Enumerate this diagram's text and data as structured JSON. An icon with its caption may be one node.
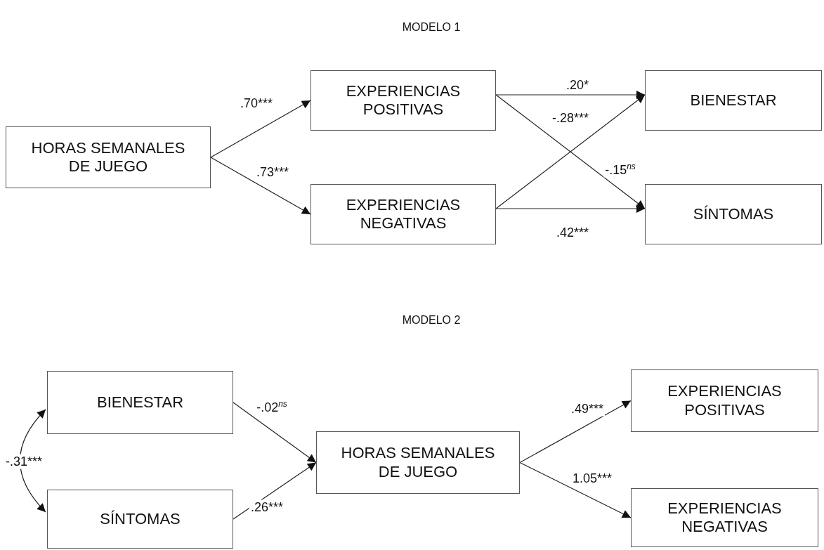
{
  "diagram": {
    "nodes": [
      {
        "text": [
          "HORAS SEMANALES DE JUEGO"
        ]
      },
      {
        "text": [
          "EXPERIENCIAS POSITIVAS"
        ]
      },
      {
        "text": [
          "EXPERIENCIAS NEGATIVAS"
        ]
      },
      {
        "text": [
          "BIENESTAR"
        ]
      },
      {
        "text": [
          "SÍNTOMAS"
        ]
      },
      {
        "text": [
          "BIENESTAR"
        ]
      },
      {
        "text": [
          "SÍNTOMAS"
        ]
      },
      {
        "text": [
          "HORAS SEMANALES DE JUEGO"
        ]
      },
      {
        "text": [
          "EXPERIENCIAS POSITIVAS"
        ]
      },
      {
        "text": [
          "EXPERIENCIAS NEGATIVAS"
        ]
      }
    ],
    "edges": [
      {
        "from": 0,
        "to": 1,
        "arrow": "to",
        "label": ".70***"
      },
      {
        "from": 0,
        "to": 2,
        "arrow": "to",
        "label": ".73***"
      },
      {
        "from": 1,
        "to": 3,
        "arrow": "to",
        "label": ".20*"
      },
      {
        "from": 1,
        "to": 4,
        "arrow": "to",
        "label": "-.15$^{ns}$"
      },
      {
        "from": 2,
        "to": 3,
        "arrow": "to",
        "label": "-.28***"
      },
      {
        "from": 2,
        "to": 4,
        "arrow": "to",
        "label": ".42***"
      },
      {
        "from": 5,
        "to": 6,
        "arrow": "both",
        "label": "-.31***"
      },
      {
        "from": 5,
        "to": 7,
        "arrow": "to",
        "label": "-.02$^{ns}$"
      },
      {
        "from": 6,
        "to": 7,
        "arrow": "to",
        "label": ".26***"
      },
      {
        "from": 7,
        "to": 8,
        "arrow": "to",
        "label": ".49***"
      },
      {
        "from": 7,
        "to": 9,
        "arrow": "to",
        "label": "1.05***"
      }
    ],
    "labels": [
      "MODELO 1",
      "MODELO 2"
    ]
  }
}
